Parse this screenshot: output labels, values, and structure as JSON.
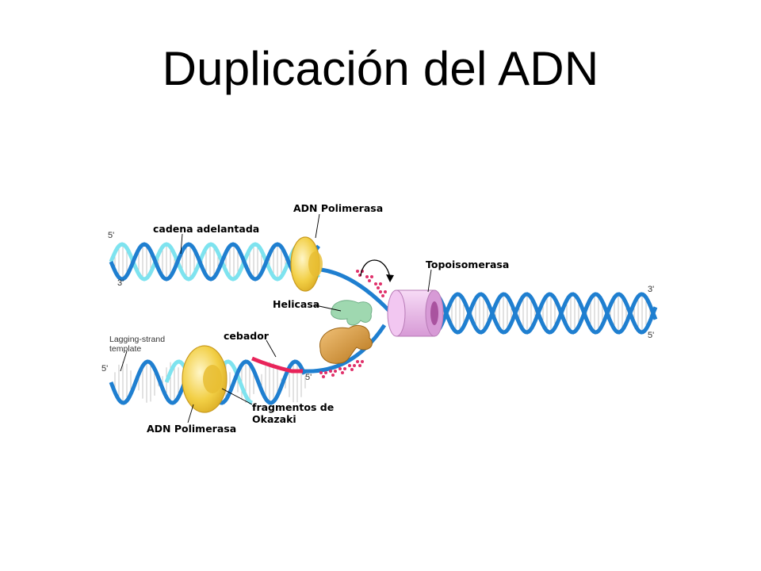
{
  "title": "Duplicación del ADN",
  "labels": {
    "leading_strand": "cadena adelantada",
    "polymerase_top": "ADN Polimerasa",
    "topoisomerase": "Topoisomerasa",
    "helicase": "Helicasa",
    "primer": "cebador",
    "okazaki_line1": "fragmentos de",
    "okazaki_line2": "Okazaki",
    "polymerase_bottom": "ADN Polimerasa",
    "lagging_template_line1": "Lagging-strand",
    "lagging_template_line2": "template"
  },
  "ends": {
    "top_left_5": "5'",
    "top_left_3": "3'",
    "right_3": "3'",
    "right_5": "5'",
    "bottom_left_5": "5'",
    "primer_5": "5'"
  },
  "colors": {
    "dna_strand": "#1f7fd0",
    "new_strand": "#7ee3ef",
    "primer": "#e8245a",
    "polymerase": "#f2cf45",
    "helicase": "#9fd8b0",
    "primase": "#d8922e",
    "topoisomerase": "#e7b5e6",
    "ssb": "#e0306a"
  }
}
